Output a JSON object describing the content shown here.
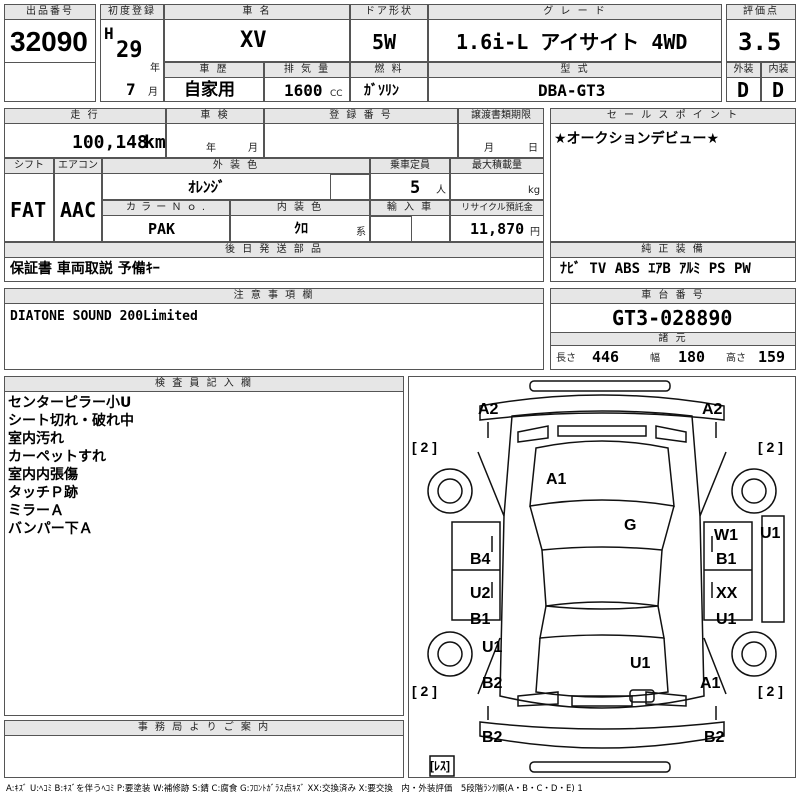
{
  "headers": {
    "lot_no": "出品番号",
    "first_reg": "初度登録",
    "model": "車 名",
    "door": "ドア形状",
    "grade": "グ レ ー ド",
    "score": "評価点",
    "history": "車 歴",
    "displacement": "排 気 量",
    "fuel": "燃 料",
    "model_code": "型 式",
    "exterior": "外装",
    "interior": "内装",
    "mileage": "走 行",
    "inspection": "車 検",
    "reg_no": "登 録 番 号",
    "transfer": "譲渡書類期限",
    "sales_point": "セ ー ル ス ポ イ ン ト",
    "shift": "シフト",
    "aircon": "エアコン",
    "ext_color": "外 装 色",
    "capacity": "乗車定員",
    "max_load": "最大積載量",
    "color_no": "カ ラ ー Ｎ ｏ .",
    "int_color": "内 装 色",
    "import": "輸 入 車",
    "recycle": "リサイクル預託金",
    "post_items": "後 日 発 送 部 品",
    "equipment": "純 正 装 備",
    "caution": "注 意 事 項 欄",
    "chassis": "車 台 番 号",
    "dims": "諸 元",
    "inspector": "検 査 員 記 入 欄",
    "office": "事 務 局 よ り ご 案 内"
  },
  "vehicle": {
    "lot_no": "32090",
    "era": "H",
    "year": "29",
    "year_unit": "年",
    "month": "7",
    "month_unit": "月",
    "model": "XV",
    "door": "5W",
    "grade": "1.6i-L アイサイト 4WD",
    "score": "3.5",
    "history": "自家用",
    "displacement": "1600",
    "displacement_unit": "CC",
    "fuel": "ｶﾞｿﾘﾝ",
    "model_code": "DBA-GT3",
    "exterior": "D",
    "interior": "D",
    "mileage": "100,148",
    "mileage_unit": "km",
    "insp_year_unit": "年",
    "insp_month_unit": "月",
    "transfer_month_unit": "月",
    "transfer_day_unit": "日",
    "sales_point": "★オークションデビュー★",
    "shift": "FAT",
    "aircon": "AAC",
    "ext_color": "ｵﾚﾝｼﾞ",
    "capacity": "5",
    "capacity_unit": "人",
    "max_load_unit": "kg",
    "color_no": "PAK",
    "int_color": "ｸﾛ",
    "int_color_unit": "系",
    "recycle": "11,870",
    "recycle_unit": "円",
    "post_items": "保証書 車両取説 予備ｷｰ",
    "equipment": "ﾅﾋﾞ TV ABS ｴｱB ｱﾙﾐ PS PW",
    "caution": "DIATONE SOUND 200Limited",
    "chassis": "GT3-028890",
    "length_label": "長さ",
    "length": "446",
    "width_label": "幅",
    "width": "180",
    "height_label": "高さ",
    "height": "159"
  },
  "inspector_notes": "センターピラー小U\nシート切れ・破れ中\n室内汚れ\nカーペットすれ\n室内内張傷\nタッチＰ跡\nミラーＡ\nバンパー下Ａ",
  "diagram": {
    "tl": "A2",
    "tr": "A2",
    "hood": "A1",
    "roof": "G",
    "w1": "W1",
    "b1r": "B1",
    "u1r": "U1",
    "b4": "B4",
    "u2": "U2",
    "b1l": "B1",
    "xx": "XX",
    "u1rr": "U1",
    "u1l": "U1",
    "u1c": "U1",
    "b2l": "B2",
    "a1r": "A1",
    "b2bl": "B2",
    "b2br": "B2",
    "t1": "[ 2 ]",
    "t2": "[ 2 ]",
    "t3": "[ 2 ]",
    "t4": "[ 2 ]",
    "rs": "[ﾚｽ]"
  },
  "legend": "A:ｷｽﾞ U:ﾍｺﾐ B:ｷｽﾞを伴うﾍｺﾐ P:要塗装 W:補修跡 S:錆 C:腐食 G:ﾌﾛﾝﾄｶﾞﾗｽ点ｷｽﾞ XX:交換済み X:要交換　内・外装評価　5段階ﾗﾝｸ順(A・B・C・D・E) 1"
}
